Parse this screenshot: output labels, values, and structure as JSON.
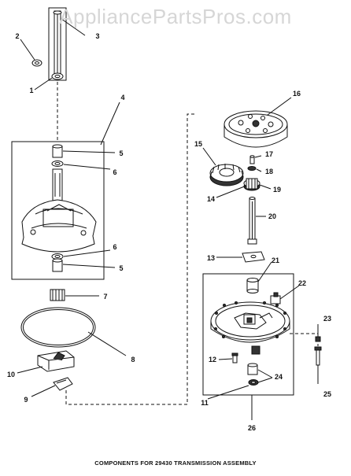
{
  "watermark": "AppliancePartsPros.com",
  "caption": "COMPONENTS FOR 29430 TRANSMISSION ASSEMBLY",
  "callouts": [
    "1",
    "2",
    "3",
    "4",
    "5",
    "6",
    "7",
    "8",
    "9",
    "10",
    "11",
    "12",
    "13",
    "14",
    "15",
    "16",
    "17",
    "18",
    "19",
    "20",
    "21",
    "22",
    "23",
    "24",
    "25",
    "26"
  ]
}
